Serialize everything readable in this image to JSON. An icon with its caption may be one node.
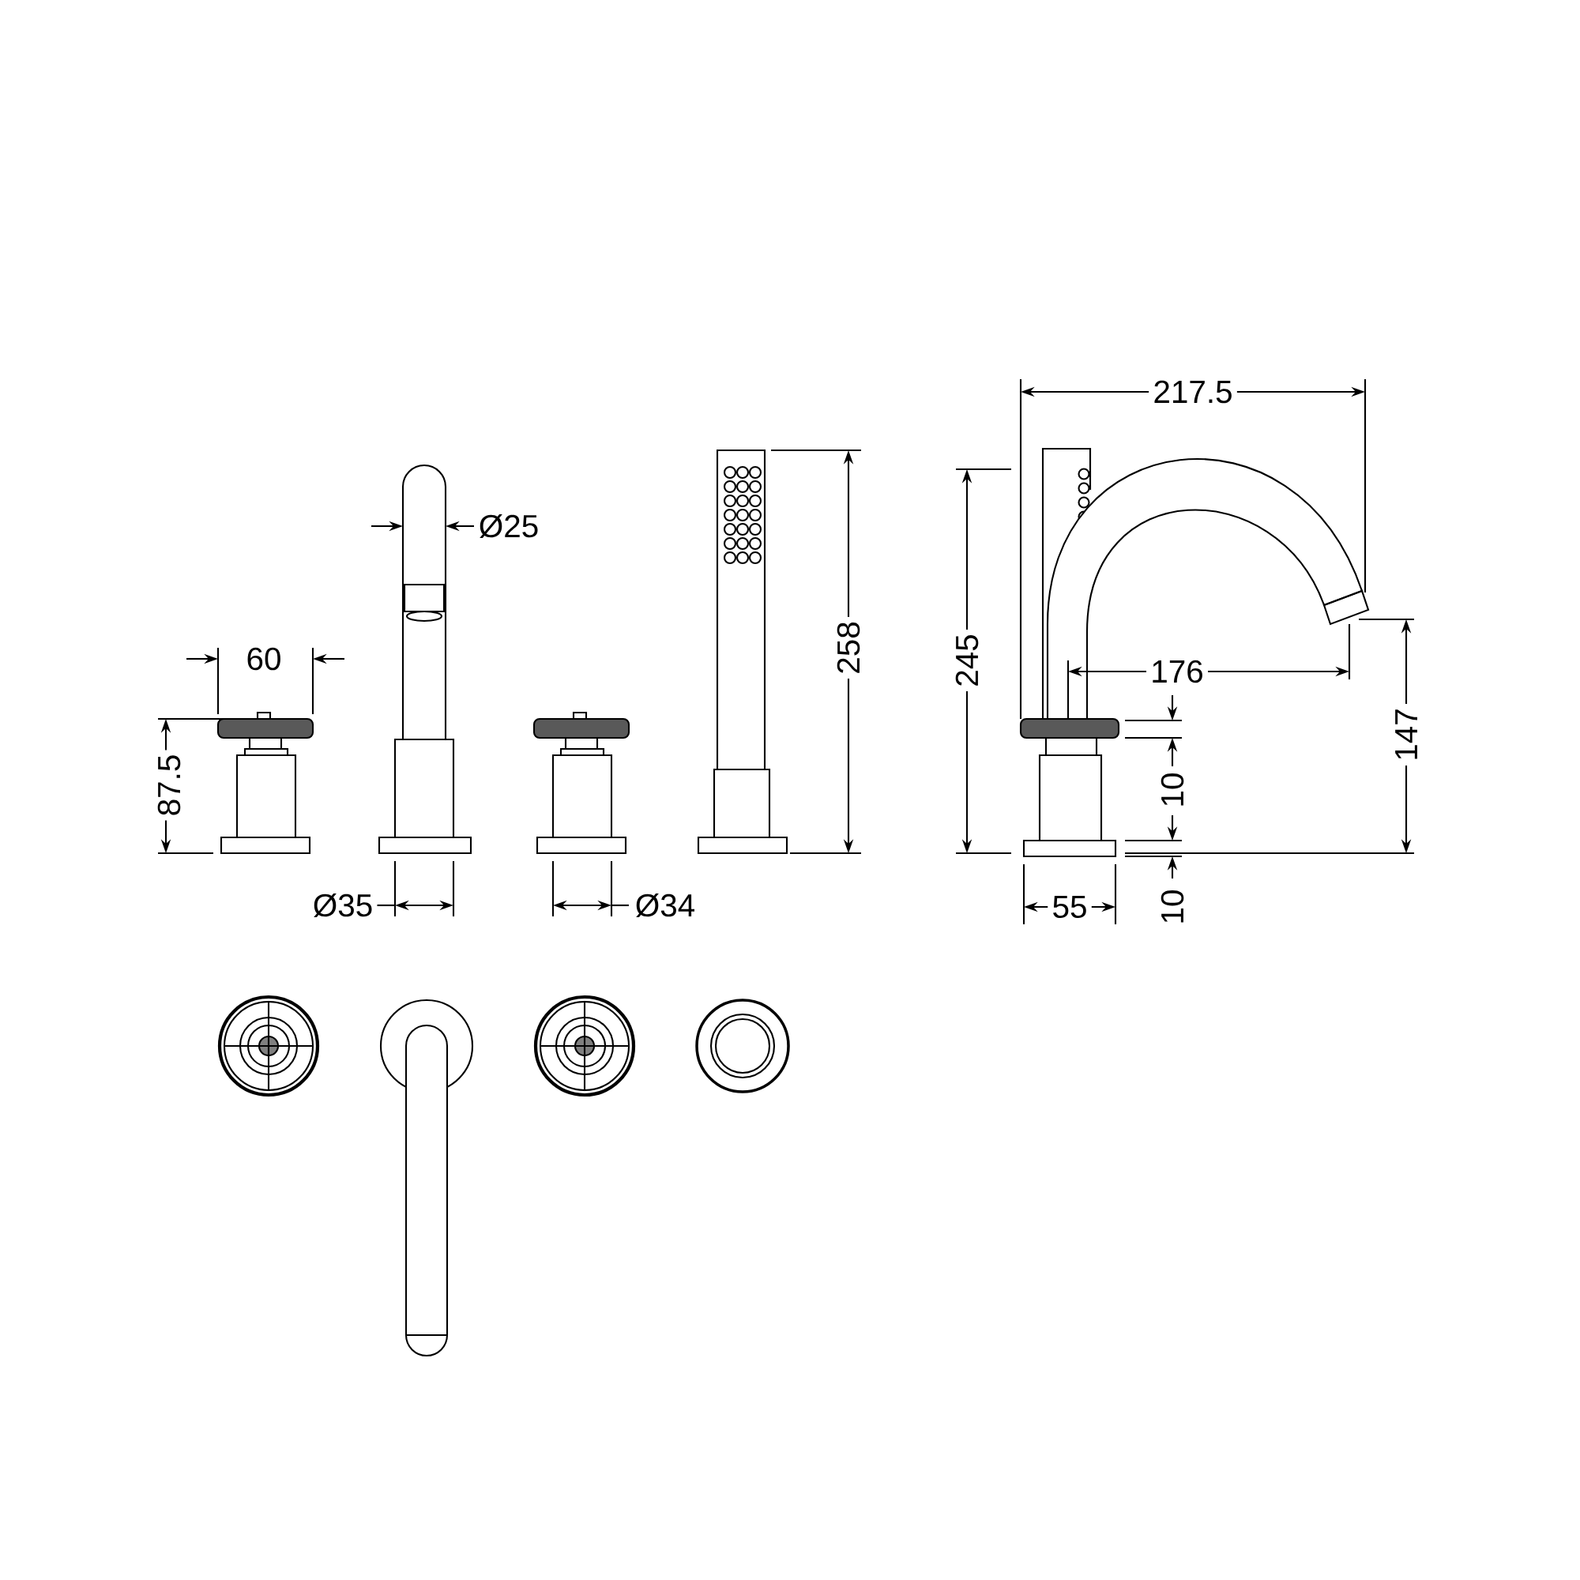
{
  "diagram": {
    "labels": [
      "217.5",
      "Ø25",
      "258",
      "60",
      "245",
      "176",
      "87.5",
      "147",
      "10",
      "Ø35",
      "Ø34",
      "55",
      "10"
    ]
  }
}
